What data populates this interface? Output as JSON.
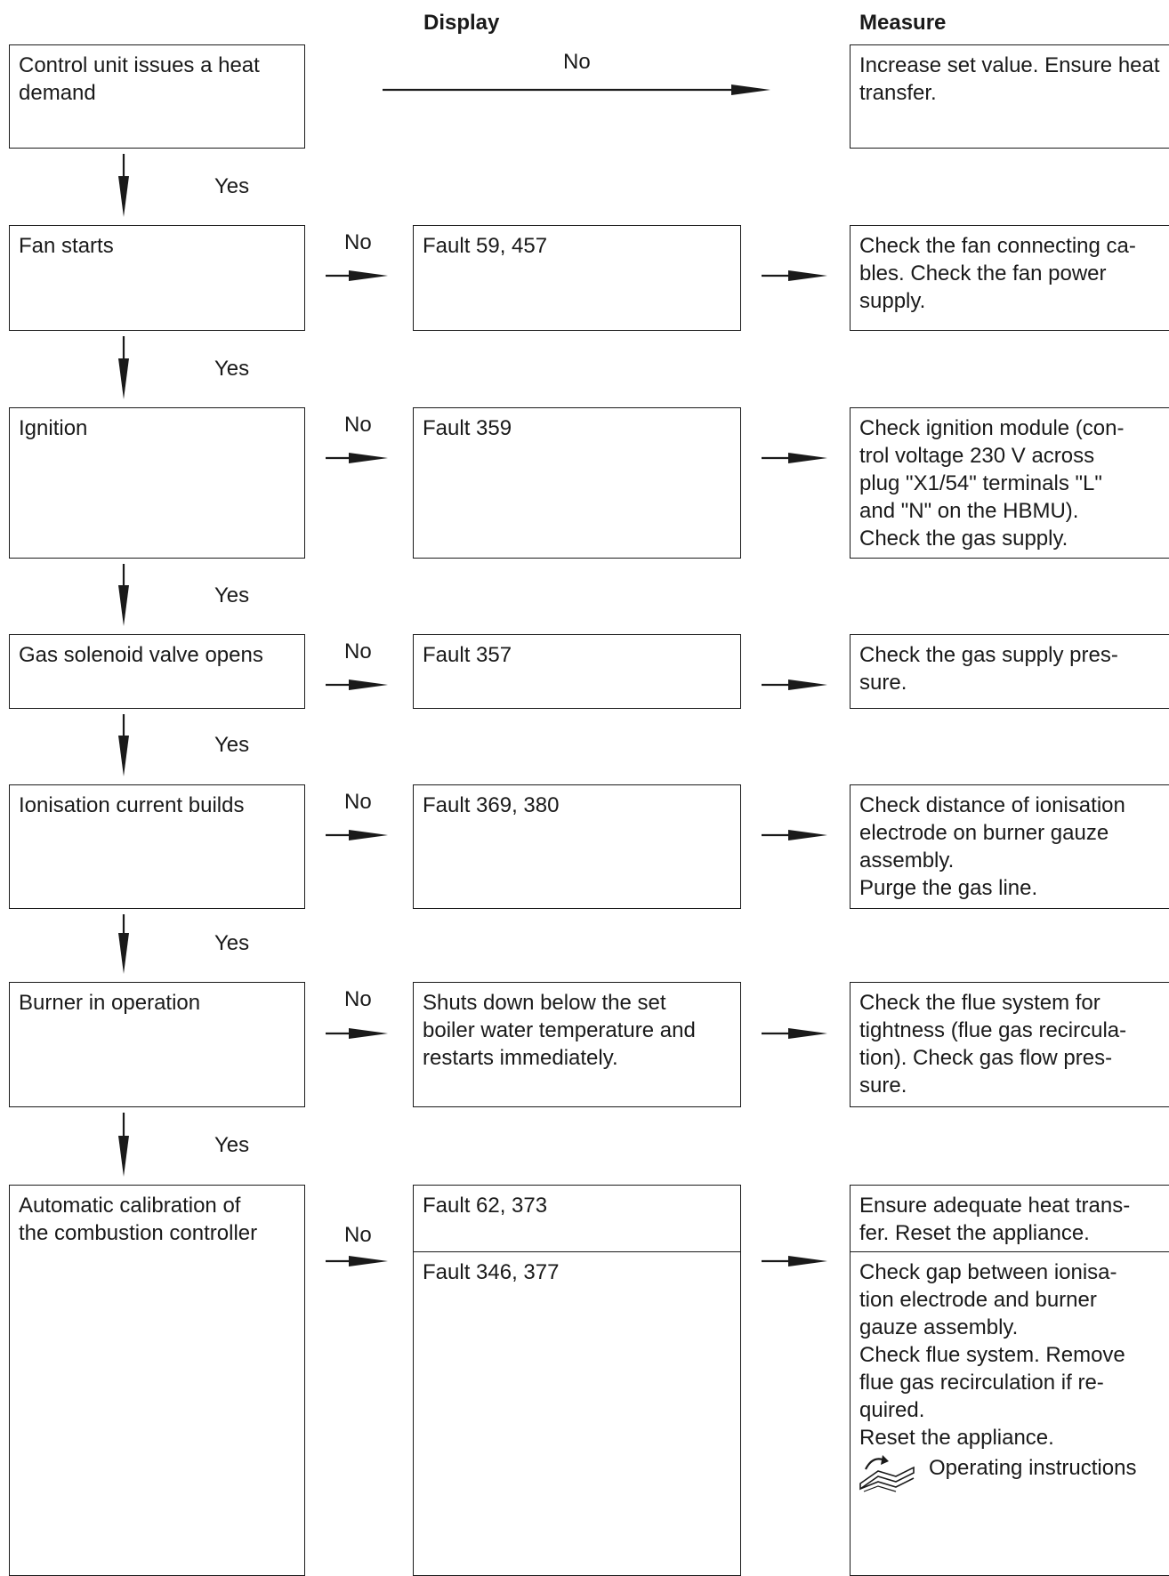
{
  "headers": {
    "display": "Display",
    "measure": "Measure"
  },
  "edge_labels": {
    "no": "No",
    "yes": "Yes"
  },
  "steps": [
    {
      "condition": "Control unit issues a heat demand",
      "display": [],
      "measure": [
        "Increase set value. Ensure heat transfer."
      ]
    },
    {
      "condition": "Fan starts",
      "display": [
        "Fault 59, 457"
      ],
      "measure": [
        "Check the fan connecting ca-\nbles. Check the fan power\nsupply."
      ]
    },
    {
      "condition": "Ignition",
      "display": [
        "Fault 359"
      ],
      "measure": [
        "Check ignition module (con-\ntrol voltage 230 V across\nplug \"X1/54\" terminals \"L\"\nand \"N\" on the HBMU).\nCheck the gas supply."
      ]
    },
    {
      "condition": "Gas solenoid valve opens",
      "display": [
        "Fault 357"
      ],
      "measure": [
        "Check the gas supply pres-\nsure."
      ]
    },
    {
      "condition": "Ionisation current builds",
      "display": [
        "Fault 369, 380"
      ],
      "measure": [
        "Check distance of ionisation\nelectrode on burner gauze\nassembly.\nPurge the gas line."
      ]
    },
    {
      "condition": "Burner in operation",
      "display": [
        "Shuts down below the set\nboiler water temperature and\nrestarts immediately."
      ],
      "measure": [
        "Check the flue system for\ntightness (flue gas recircula-\ntion). Check gas flow pres-\nsure."
      ]
    },
    {
      "condition": "Automatic calibration of\nthe combustion controller",
      "display": [
        "Fault 62, 373",
        "Fault 346, 377"
      ],
      "measure": [
        "Ensure adequate heat trans-\nfer. Reset the appliance.",
        "Check gap between ionisa-\ntion electrode and burner\ngauze assembly.\nCheck flue system. Remove\nflue gas recirculation if re-\nquired.\nReset the appliance."
      ]
    }
  ],
  "reference": {
    "icon": "book-arrow-icon",
    "label": "Operating instructions"
  }
}
